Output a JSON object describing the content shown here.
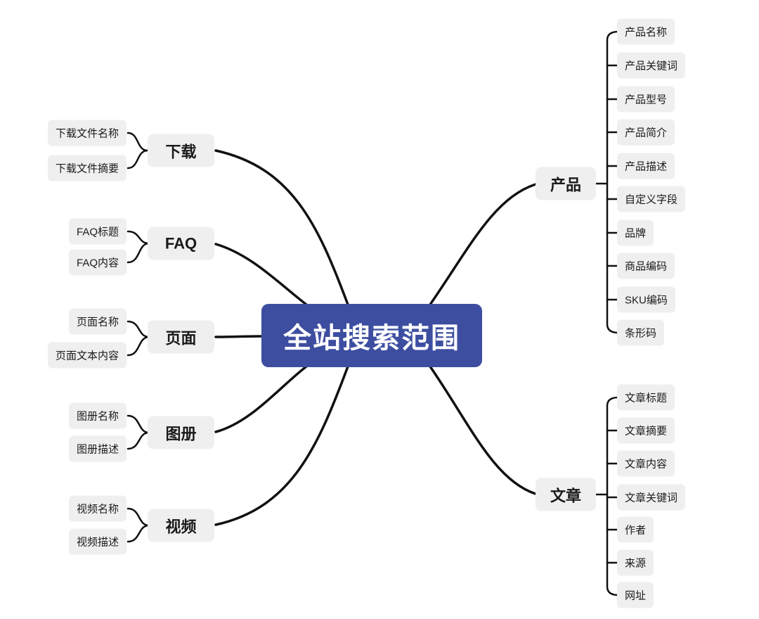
{
  "diagram": {
    "title": "全站搜索范围",
    "colors": {
      "center_bg": "#3D4EA1",
      "node_bg": "#EFEFEF",
      "line": "#111111"
    },
    "left": [
      {
        "label": "下载",
        "children": [
          "下载文件名称",
          "下载文件摘要"
        ]
      },
      {
        "label": "FAQ",
        "children": [
          "FAQ标题",
          "FAQ内容"
        ]
      },
      {
        "label": "页面",
        "children": [
          "页面名称",
          "页面文本内容"
        ]
      },
      {
        "label": "图册",
        "children": [
          "图册名称",
          "图册描述"
        ]
      },
      {
        "label": "视频",
        "children": [
          "视频名称",
          "视频描述"
        ]
      }
    ],
    "right": [
      {
        "label": "产品",
        "children": [
          "产品名称",
          "产品关键词",
          "产品型号",
          "产品简介",
          "产品描述",
          "自定义字段",
          "品牌",
          "商品编码",
          "SKU编码",
          "条形码"
        ]
      },
      {
        "label": "文章",
        "children": [
          "文章标题",
          "文章摘要",
          "文章内容",
          "文章关键词",
          "作者",
          "来源",
          "网址"
        ]
      }
    ]
  }
}
